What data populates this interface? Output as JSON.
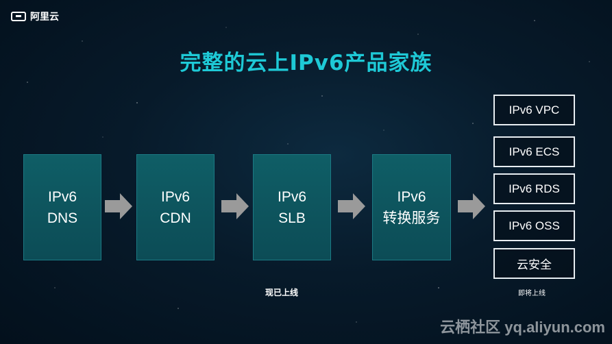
{
  "brand": {
    "name": "阿里云"
  },
  "title": "完整的云上IPv6产品家族",
  "flow": [
    {
      "line1": "IPv6",
      "line2": "DNS"
    },
    {
      "line1": "IPv6",
      "line2": "CDN"
    },
    {
      "line1": "IPv6",
      "line2": "SLB"
    },
    {
      "line1": "IPv6",
      "line2": "转换服务"
    }
  ],
  "products": [
    "IPv6 VPC",
    "IPv6 ECS",
    "IPv6 RDS",
    "IPv6 OSS",
    "云安全"
  ],
  "captions": {
    "available_now": "现已上线",
    "coming_soon": "即将上线"
  },
  "watermark": "云栖社区 yq.aliyun.com",
  "colors": {
    "title": "#1ec9d6",
    "box_fill": "#0f5e66",
    "arrow": "#9a9a9a"
  }
}
